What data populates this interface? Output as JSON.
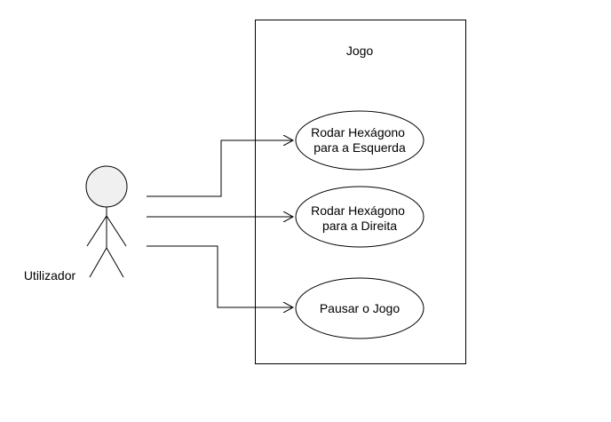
{
  "diagram": {
    "system_title": "Jogo",
    "actor": {
      "label": "Utilizador",
      "head_fill": "#f0f0f0"
    },
    "use_cases": [
      {
        "id": "rotate-left",
        "lines": [
          "Rodar Hexágono",
          "para a Esquerda"
        ]
      },
      {
        "id": "rotate-right",
        "lines": [
          "Rodar Hexágono",
          "para a Direita"
        ]
      },
      {
        "id": "pause",
        "lines": [
          "Pausar o Jogo"
        ]
      }
    ],
    "stroke_color": "#000000"
  }
}
